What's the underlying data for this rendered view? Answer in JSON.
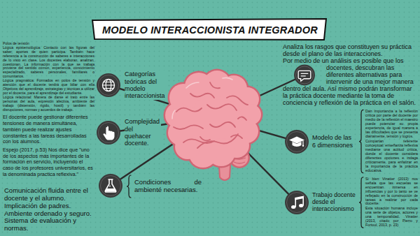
{
  "diagram": {
    "title": "MODELO INTERACCIONISTA INTEGRADOR",
    "nodes": [
      {
        "text": [
          "Categorías teóricas del modelo interaccionista"
        ]
      },
      {
        "text": [
          "Complejidad del quehacer docente."
        ]
      },
      {
        "text": [
          "Condiciones de ambienté necesarias."
        ]
      },
      {
        "text": [
          "Modelo de las 6 dimensiones"
        ]
      },
      {
        "text": [
          "Trabajo docente desde el interaccionismo"
        ]
      }
    ],
    "labels": [
      "Polos de tensión",
      "Lógica epistemológica: Contacto con las figuras del saber, aportes de quien participa. También hace referencia a la construcción de saberes e interacciones de lo visto en clase. Los docentes elaboran, analizan, cuestionan. La información con la que se trabaja proviene del sentido común, experiencia, conocimiento especializado, saberes personales, familiares o comunitarios.",
      "Lógica pragmática: Formados en polos de tensión y atención que el docente tendrá que lidiar con ella Objetivos del aprendizaje, estrategias y técnicas a utilizar por el docente, para el aprendizaje del estudiante.",
      "Lógica relacional: Manera de darse el trato entre las personas del aula, expresión afectiva, ambiente del trabajo (distensión, rígido, hostil) y también las disrupciones, normas y acuerdos de trabajo.",
      "El docente puede gestionar diferentes tensiones de manera simultánea, también puede realizar ajustes constantes a las tareas desarrolladas con los alumnos.",
      "Espejo (2017, p.53) Nos dice que \"uno de los aspectos más importantes de la formación en servicio, incluyendo el caso de los profesores universitarios, es la denominada practica reflexiva.\"",
      "Comunicación fluida entre el docente y el alumno. Implicación de padres. Ambiente ordenado y seguro. Sistema de evaluación y normas.",
      "Analiza los rasgos que constituyen su práctica desde el plano de las interacciones.",
      "Por medio de un análisis es posible que los docentes, descubran las diferentes alternativas para intervenir de una mejor manera dentro del aula. Así mismo podrán transformar la práctica docente mediante la toma de conciencia y reflexión de la práctica en el salón.",
      "Dan importancia a la reflexión crítica por parte del docente por medio de la reflexión el maestro puede potenciar su propia experiencia, de igual manera a las dificultades que se presenta diariamente, tensión y logros.",
      "Compartan referente conceptual: enseñanza reflexiva mediante una actitud crítica, donde el docente considera diferentes opciones e indaga críticamente, para enfatizar en la importancia de la práctica educativa.",
      "Si bien Vinatier (2013) nos señala que las escuelas se encuentran inmersa en influencias y por lo tanto se ve reflejado en la construcción de tareas a realizar por cada docente.",
      "Esta situación humana incluye una serie de objetos, actores y una temporalidad. Vinatier (2013, citado por Pierro y Fortoul, 2013, p. 23)"
    ]
  }
}
